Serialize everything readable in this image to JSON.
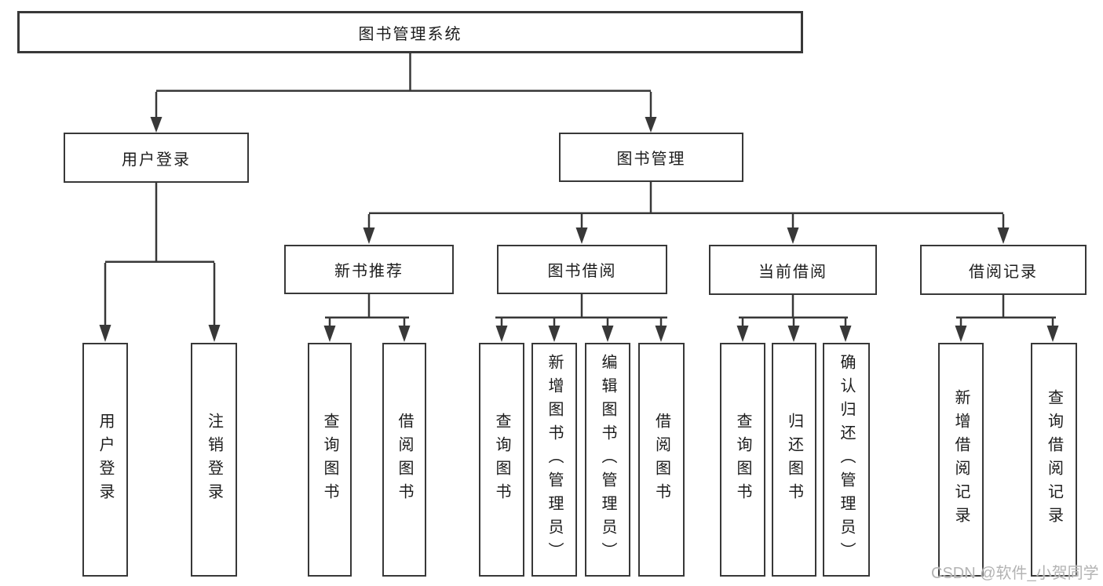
{
  "diagram": {
    "root": "图书管理系统",
    "level2": [
      {
        "label": "用户登录"
      },
      {
        "label": "图书管理"
      }
    ],
    "level3": [
      {
        "label": "新书推荐"
      },
      {
        "label": "图书借阅"
      },
      {
        "label": "当前借阅"
      },
      {
        "label": "借阅记录"
      }
    ],
    "leaves": {
      "user_login": [
        "用户登录",
        "注销登录"
      ],
      "new_book": [
        "查询图书",
        "借阅图书"
      ],
      "book_borrow": [
        "查询图书",
        "新增图书（管理员）",
        "编辑图书（管理员）",
        "借阅图书"
      ],
      "current_borrow": [
        "查询图书",
        "归还图书",
        "确认归还（管理员）"
      ],
      "borrow_records": [
        "新增借阅记录",
        "查询借阅记录"
      ]
    }
  },
  "watermark": {
    "text": "CSDN @软件_小贺同学"
  },
  "colors": {
    "background": "#ffffff",
    "box_border": "#383838",
    "connector_line": "#383838",
    "text": "#1c1c1c",
    "watermark_text": "#b3b3b3"
  }
}
